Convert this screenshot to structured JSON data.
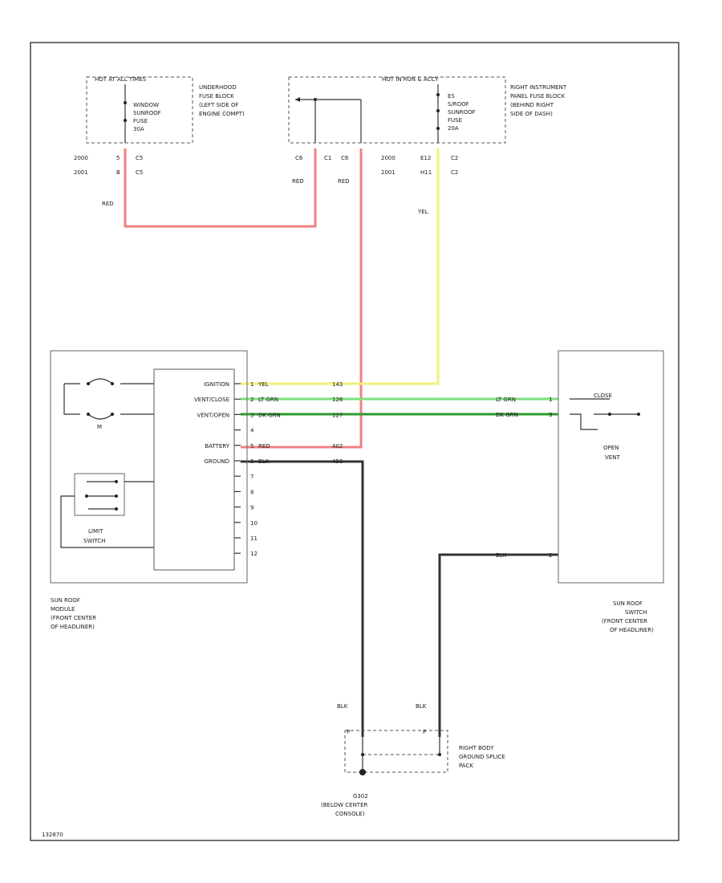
{
  "colors": {
    "red": "#f08080",
    "yellow": "#f0f07a",
    "lt_green": "#7ee07e",
    "dk_green": "#2e9a2e",
    "black": "#333333"
  },
  "fuse_left": {
    "header": "HOT AT ALL TIMES",
    "fuse": [
      "WINDOW",
      "SUNROOF",
      "FUSE",
      "30A"
    ],
    "note": [
      "UNDERHOOD",
      "FUSE BLOCK",
      "(LEFT SIDE OF",
      "ENGINE COMPT)"
    ],
    "years": [
      "2000",
      "2001"
    ],
    "pins": [
      "5",
      "B"
    ],
    "conns": [
      "C5",
      "C5"
    ],
    "wire": "RED"
  },
  "fuse_right": {
    "header": "HOT IN RUN & ACCY",
    "fuse": [
      "ES",
      "S/ROOF",
      "SUNROOF",
      "FUSE",
      "20A"
    ],
    "note": [
      "RIGHT INSTRUMENT",
      "PANEL FUSE BLOCK",
      "(BEHIND RIGHT",
      "SIDE OF DASH)"
    ],
    "c_left": [
      "C6",
      "C1"
    ],
    "c_right": "C6",
    "years": [
      "2000",
      "2001"
    ],
    "pins": [
      "E12",
      "H11"
    ],
    "conns": [
      "C2",
      "C2"
    ],
    "wire_a": "RED",
    "wire_b": "RED",
    "wire_c": "YEL"
  },
  "module": {
    "pins": [
      {
        "label": "IGNITION",
        "num": "1",
        "wire": "YEL",
        "circuit": "143"
      },
      {
        "label": "VENT/CLOSE",
        "num": "2",
        "wire": "LT GRN",
        "circuit": "126"
      },
      {
        "label": "VENT/OPEN",
        "num": "3",
        "wire": "DK GRN",
        "circuit": "127"
      },
      {
        "label": "",
        "num": "4",
        "wire": "",
        "circuit": ""
      },
      {
        "label": "BATTERY",
        "num": "5",
        "wire": "RED",
        "circuit": "402"
      },
      {
        "label": "GROUND",
        "num": "6",
        "wire": "BLK",
        "circuit": "450"
      },
      {
        "label": "",
        "num": "7",
        "wire": "",
        "circuit": ""
      },
      {
        "label": "",
        "num": "8",
        "wire": "",
        "circuit": ""
      },
      {
        "label": "",
        "num": "9",
        "wire": "",
        "circuit": ""
      },
      {
        "label": "",
        "num": "10",
        "wire": "",
        "circuit": ""
      },
      {
        "label": "",
        "num": "11",
        "wire": "",
        "circuit": ""
      },
      {
        "label": "",
        "num": "12",
        "wire": "",
        "circuit": ""
      }
    ],
    "limit": [
      "LIMIT",
      "SWITCH"
    ],
    "name": [
      "SUN ROOF",
      "MODULE",
      "(FRONT CENTER",
      "OF HEADLINER)"
    ],
    "relay_label": "M"
  },
  "switch": {
    "pins": [
      {
        "wire": "LT GRN",
        "num": "1"
      },
      {
        "wire": "DK GRN",
        "num": "3"
      },
      {
        "wire": "BLK",
        "num": "2"
      }
    ],
    "close": "CLOSE",
    "open": [
      "OPEN",
      "VENT"
    ],
    "name": [
      "SUN ROOF",
      "SWITCH",
      "(FRONT CENTER",
      "OF HEADLINER)"
    ]
  },
  "ground": {
    "wire_left": "BLK",
    "wire_right": "BLK",
    "splice": [
      "RIGHT BODY",
      "GROUND SPLICE",
      "PACK"
    ],
    "g_name": [
      "G302",
      "(BELOW CENTER",
      "CONSOLE)"
    ]
  },
  "figure_id": "132870"
}
